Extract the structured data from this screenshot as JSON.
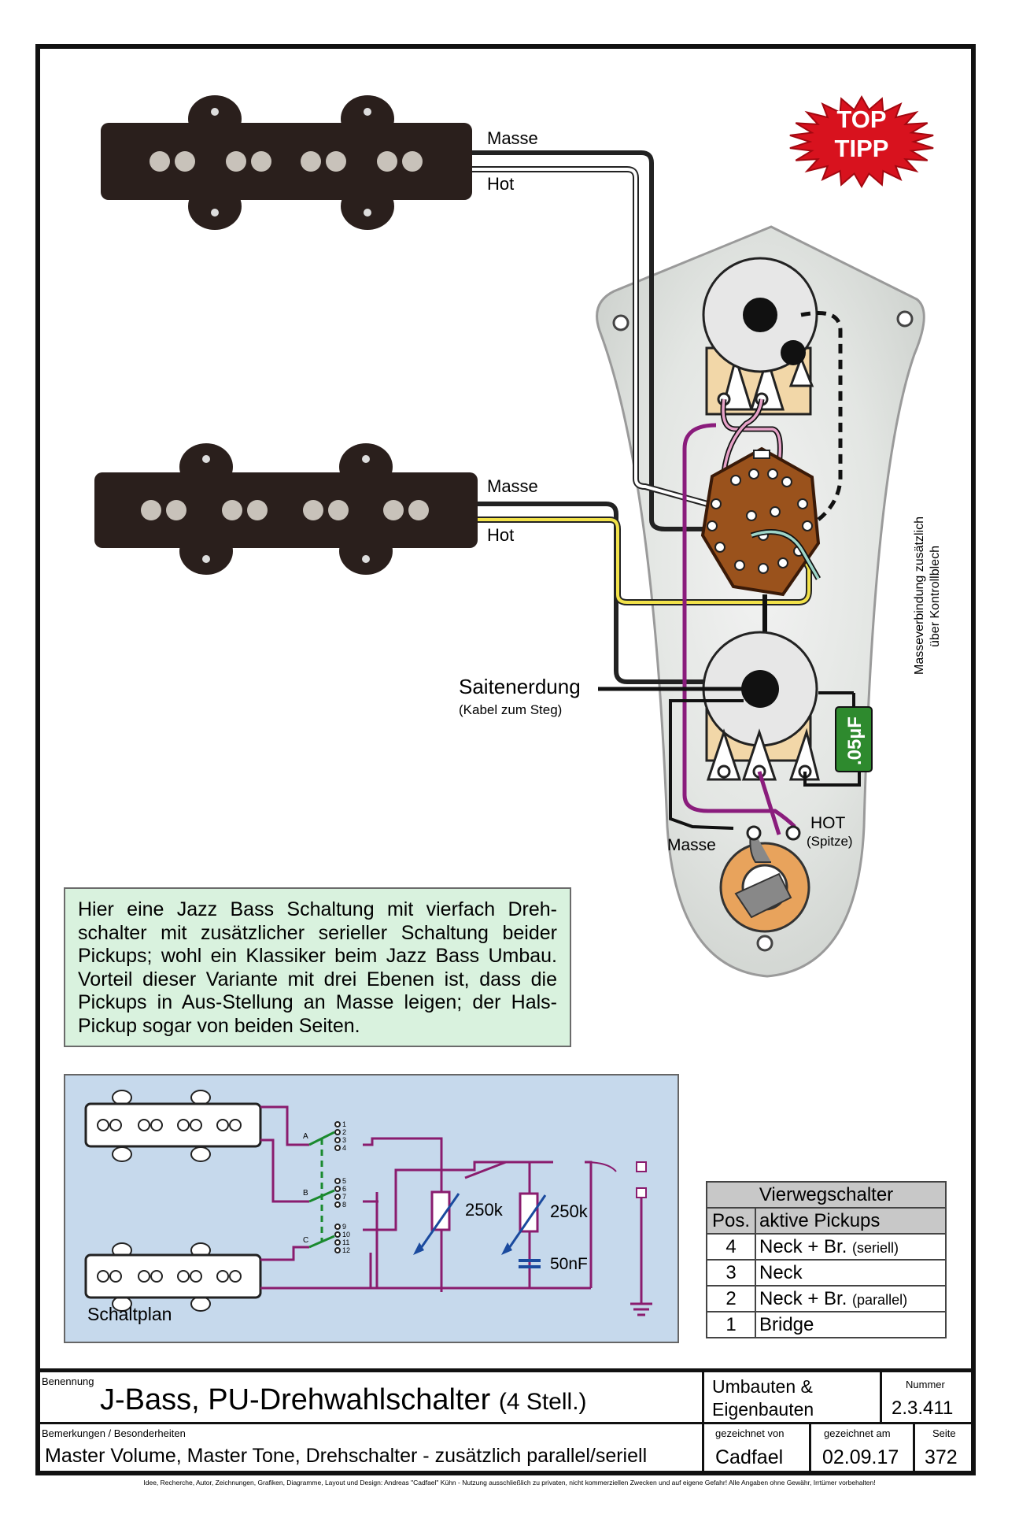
{
  "labels": {
    "masse_top": "Masse",
    "hot_top": "Hot",
    "masse_mid": "Masse",
    "hot_mid": "Hot",
    "top_tipp_line1": "TOP",
    "top_tipp_line2": "TIPP",
    "saitenerdung": "Saitenerdung",
    "saitenerdung_sub": "(Kabel zum Steg)",
    "capacitor": ".05µF",
    "jack_masse": "Masse",
    "jack_hot": "HOT",
    "jack_hot_sub": "(Spitze)",
    "side_note_line1": "Masseverbindung zusätzlich",
    "side_note_line2": "über Kontrollblech"
  },
  "note": "Hier eine Jazz Bass Schaltung mit vierfach Dreh-schalter mit zusätzlicher serieller Schaltung beider Pickups; wohl ein Klassiker beim Jazz Bass Umbau. Vorteil dieser Variante mit drei Ebenen ist, dass die Pickups in Aus-Stellung an Masse leigen; der Hals-Pickup sogar von beiden Seiten.",
  "schematic": {
    "label": "Schaltplan",
    "pot1": "250k",
    "pot2": "250k",
    "cap": "50nF",
    "levels": [
      "A",
      "B",
      "C"
    ],
    "contacts": [
      "1",
      "2",
      "3",
      "4",
      "5",
      "6",
      "7",
      "8",
      "9",
      "10",
      "11",
      "12"
    ]
  },
  "table": {
    "title": "Vierwegschalter",
    "col_pos": "Pos.",
    "col_active": "aktive Pickups",
    "rows": [
      {
        "pos": "4",
        "main": "Neck + Br.",
        "sub": "(seriell)"
      },
      {
        "pos": "3",
        "main": "Neck",
        "sub": ""
      },
      {
        "pos": "2",
        "main": "Neck + Br.",
        "sub": "(parallel)"
      },
      {
        "pos": "1",
        "main": "Bridge",
        "sub": ""
      }
    ]
  },
  "titleblock": {
    "benennung_label": "Benennung",
    "title": "J-Bass, PU-Drehwahlschalter",
    "title_suffix": "(4 Stell.)",
    "category_line1": "Umbauten &",
    "category_line2": "Eigenbauten",
    "nummer_label": "Nummer",
    "nummer": "2.3.411",
    "bemerkungen_label": "Bemerkungen / Besonderheiten",
    "bemerkungen": "Master Volume, Master Tone, Drehschalter - zusätzlich parallel/seriell",
    "gezeichnet_von_label": "gezeichnet von",
    "gezeichnet_von": "Cadfael",
    "gezeichnet_am_label": "gezeichnet am",
    "gezeichnet_am": "02.09.17",
    "seite_label": "Seite",
    "seite": "372"
  },
  "footer": "Idee, Recherche, Autor, Zeichnungen, Grafiken, Diagramme, Layout und Design: Andreas \"Cadfael\" Kühn  -  Nutzung ausschließlich zu privaten, nicht kommerziellen Zwecken und auf eigene Gefahr! Alle Angaben ohne Gewähr, Irrtümer vorbehalten!"
}
